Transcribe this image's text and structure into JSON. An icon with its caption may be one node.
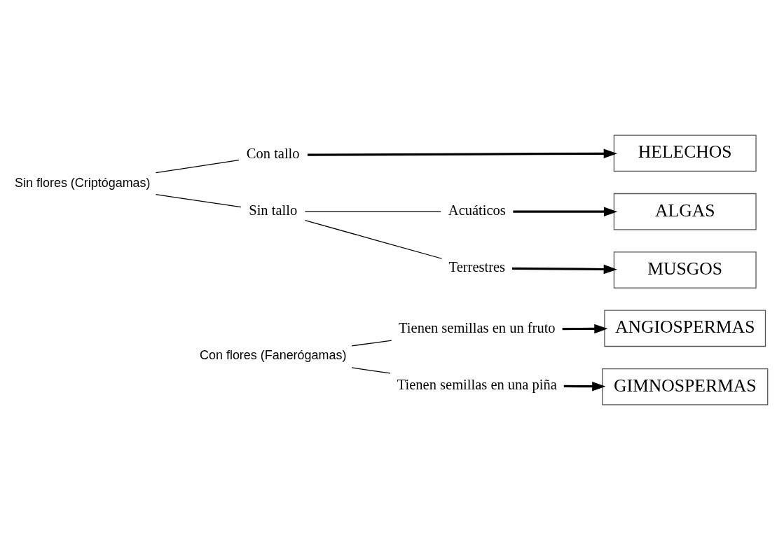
{
  "diagram": {
    "nodes": [
      {
        "text": [
          "Con flores (Fanerógamas)"
        ]
      },
      {
        "text": [
          "Tienen semillas en un fruto"
        ]
      },
      {
        "text": [
          "ANGIOSPERMAS"
        ]
      },
      {
        "text": [
          "Tienen semillas en una piña"
        ]
      },
      {
        "text": [
          "GIMNOSPERMAS"
        ]
      },
      {
        "text": [
          "Sin flores (Criptógamas)"
        ]
      },
      {
        "text": [
          "Con tallo"
        ]
      },
      {
        "text": [
          "HELECHOS"
        ]
      },
      {
        "text": [
          "Sin tallo"
        ]
      },
      {
        "text": [
          "Acuáticos"
        ]
      },
      {
        "text": [
          "ALGAS"
        ]
      },
      {
        "text": [
          "Terrestres"
        ]
      },
      {
        "text": [
          "MUSGOS"
        ]
      }
    ],
    "edges": [
      {
        "from": 0,
        "to": 1,
        "arrow": "none"
      },
      {
        "from": 0,
        "to": 3,
        "arrow": "none"
      },
      {
        "from": 1,
        "to": 2,
        "arrow": "to",
        "style": "thick"
      },
      {
        "from": 3,
        "to": 4,
        "arrow": "to",
        "style": "thick"
      },
      {
        "from": 5,
        "to": 6,
        "arrow": "none"
      },
      {
        "from": 5,
        "to": 8,
        "arrow": "none"
      },
      {
        "from": 6,
        "to": 7,
        "arrow": "to",
        "style": "thick"
      },
      {
        "from": 8,
        "to": 9,
        "arrow": "none"
      },
      {
        "from": 8,
        "to": 11,
        "arrow": "none"
      },
      {
        "from": 9,
        "to": 10,
        "arrow": "to",
        "style": "thick"
      },
      {
        "from": 11,
        "to": 12,
        "arrow": "to",
        "style": "thick"
      }
    ]
  }
}
